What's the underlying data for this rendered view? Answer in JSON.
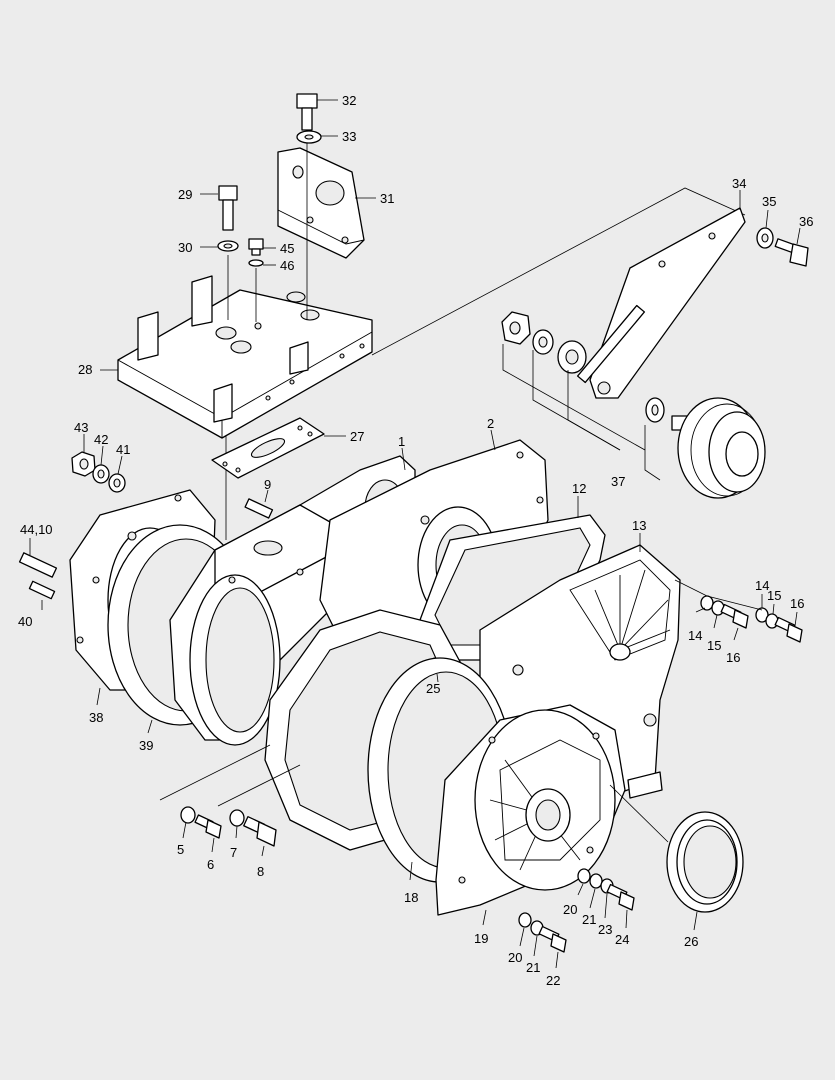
{
  "callouts": [
    {
      "id": "c32",
      "label": "32"
    },
    {
      "id": "c33",
      "label": "33"
    },
    {
      "id": "c31",
      "label": "31"
    },
    {
      "id": "c29",
      "label": "29"
    },
    {
      "id": "c30",
      "label": "30"
    },
    {
      "id": "c45",
      "label": "45"
    },
    {
      "id": "c46",
      "label": "46"
    },
    {
      "id": "c34",
      "label": "34"
    },
    {
      "id": "c35",
      "label": "35"
    },
    {
      "id": "c36",
      "label": "36"
    },
    {
      "id": "c28",
      "label": "28"
    },
    {
      "id": "c27",
      "label": "27"
    },
    {
      "id": "c1",
      "label": "1"
    },
    {
      "id": "c2",
      "label": "2"
    },
    {
      "id": "c37",
      "label": "37"
    },
    {
      "id": "c43",
      "label": "43"
    },
    {
      "id": "c42",
      "label": "42"
    },
    {
      "id": "c41",
      "label": "41"
    },
    {
      "id": "c9",
      "label": "9"
    },
    {
      "id": "c12",
      "label": "12"
    },
    {
      "id": "c13",
      "label": "13"
    },
    {
      "id": "c4410",
      "label": "44,10"
    },
    {
      "id": "c40",
      "label": "40"
    },
    {
      "id": "c14a",
      "label": "14"
    },
    {
      "id": "c15a",
      "label": "15"
    },
    {
      "id": "c16a",
      "label": "16"
    },
    {
      "id": "c14b",
      "label": "14"
    },
    {
      "id": "c15b",
      "label": "15"
    },
    {
      "id": "c16b",
      "label": "16"
    },
    {
      "id": "c25",
      "label": "25"
    },
    {
      "id": "c38",
      "label": "38"
    },
    {
      "id": "c39",
      "label": "39"
    },
    {
      "id": "c5",
      "label": "5"
    },
    {
      "id": "c6",
      "label": "6"
    },
    {
      "id": "c7",
      "label": "7"
    },
    {
      "id": "c8",
      "label": "8"
    },
    {
      "id": "c18",
      "label": "18"
    },
    {
      "id": "c19",
      "label": "19"
    },
    {
      "id": "c20a",
      "label": "20"
    },
    {
      "id": "c21a",
      "label": "21"
    },
    {
      "id": "c23",
      "label": "23"
    },
    {
      "id": "c24",
      "label": "24"
    },
    {
      "id": "c20b",
      "label": "20"
    },
    {
      "id": "c21b",
      "label": "21"
    },
    {
      "id": "c22",
      "label": "22"
    },
    {
      "id": "c26",
      "label": "26"
    }
  ]
}
